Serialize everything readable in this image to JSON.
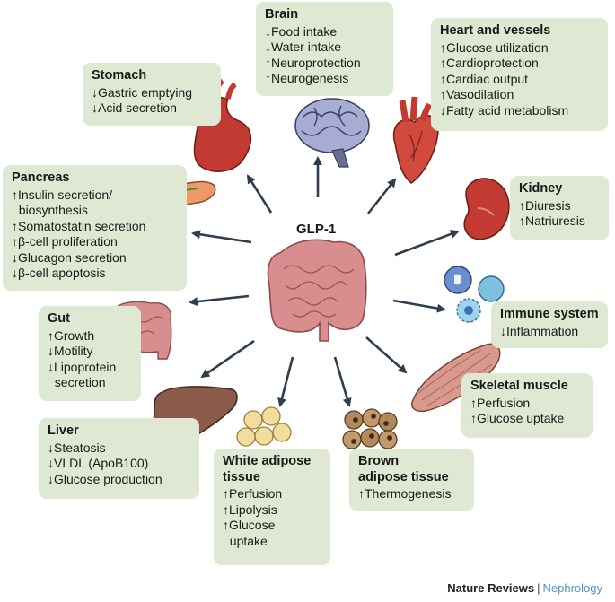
{
  "center": "GLP-1",
  "organs": [
    {
      "id": "stomach",
      "title": "Stomach",
      "lines": [
        "↓Gastric emptying",
        "↓Acid secretion"
      ]
    },
    {
      "id": "brain",
      "title": "Brain",
      "lines": [
        "↓Food intake",
        "↓Water intake",
        "↑Neuroprotection",
        "↑Neurogenesis"
      ]
    },
    {
      "id": "heart",
      "title": "Heart and vessels",
      "lines": [
        "↑Glucose utilization",
        "↑Cardioprotection",
        "↑Cardiac output",
        "↑Vasodilation",
        "↓Fatty acid metabolism"
      ]
    },
    {
      "id": "pancreas",
      "title": "Pancreas",
      "lines": [
        "↑Insulin secretion/",
        "  biosynthesis",
        "↑Somatostatin secretion",
        "↑β-cell proliferation",
        "↓Glucagon secretion",
        "↓β-cell apoptosis"
      ]
    },
    {
      "id": "kidney",
      "title": "Kidney",
      "lines": [
        "↑Diuresis",
        "↑Natriuresis"
      ]
    },
    {
      "id": "immune",
      "title": "Immune system",
      "lines": [
        "↓Inflammation"
      ]
    },
    {
      "id": "gut",
      "title": "Gut",
      "lines": [
        "↑Growth",
        "↓Motility",
        "↓Lipoprotein",
        "  secretion"
      ]
    },
    {
      "id": "skeletal",
      "title": "Skeletal muscle",
      "lines": [
        "↑Perfusion",
        "↑Glucose uptake"
      ]
    },
    {
      "id": "liver",
      "title": "Liver",
      "lines": [
        "↓Steatosis",
        "↓VLDL (ApoB100)",
        "↓Glucose production"
      ]
    },
    {
      "id": "white",
      "title": "White adipose\ntissue",
      "lines": [
        "↑Perfusion",
        "↑Lipolysis",
        "↑Glucose",
        "  uptake"
      ]
    },
    {
      "id": "brown",
      "title": "Brown\nadipose tissue",
      "lines": [
        "↑Thermogenesis"
      ]
    }
  ],
  "footer": {
    "journal": "Nature Reviews",
    "separator": "|",
    "subject": "Nephrology"
  },
  "colors": {
    "box": "#dfe8d2",
    "arrow": "#2f3e4e",
    "organ_red": "#c23a32",
    "intestine_pink": "#d88d8f",
    "liver_brown": "#8a5a4a"
  }
}
